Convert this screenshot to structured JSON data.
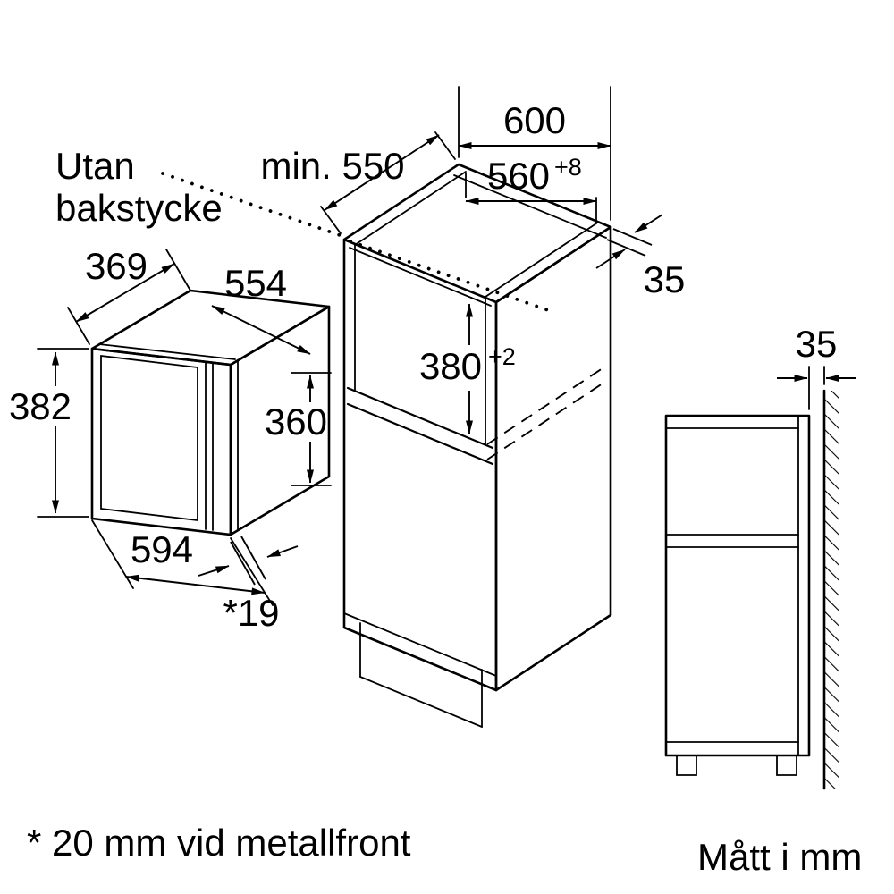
{
  "callout": {
    "line1": "Utan",
    "line2": "bakstycke"
  },
  "cabinet": {
    "top_width": "600",
    "min_depth": "min. 550",
    "niche_width": "560",
    "niche_width_tolerance": "+8",
    "niche_height": "380",
    "niche_height_tolerance": "+2",
    "back_clearance": "35"
  },
  "appliance": {
    "depth": "369",
    "body_width": "554",
    "height": "382",
    "body_height": "360",
    "width": "594",
    "front_frame_offset": "*19"
  },
  "side_view": {
    "wall_clearance": "35"
  },
  "notes": {
    "footnote": "* 20 mm vid metallfront",
    "units": "Mått i mm"
  },
  "colors": {
    "line": "#000000",
    "background": "#ffffff"
  }
}
